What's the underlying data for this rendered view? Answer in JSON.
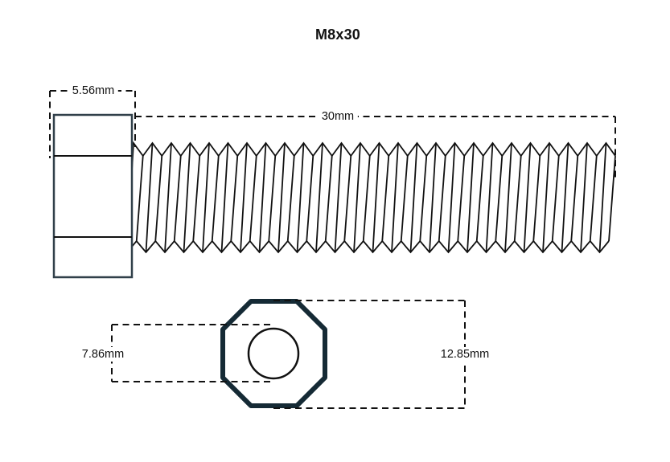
{
  "title": "M8x30",
  "side_view": {
    "head_width_label": "5.56mm",
    "length_label": "30mm"
  },
  "end_view": {
    "across_flats_label": "7.86mm",
    "across_corners_label": "12.85mm"
  },
  "colors": {
    "line": "#111111",
    "head_stroke": "#31404a",
    "nut_stroke": "#152a35",
    "background": "#ffffff"
  }
}
